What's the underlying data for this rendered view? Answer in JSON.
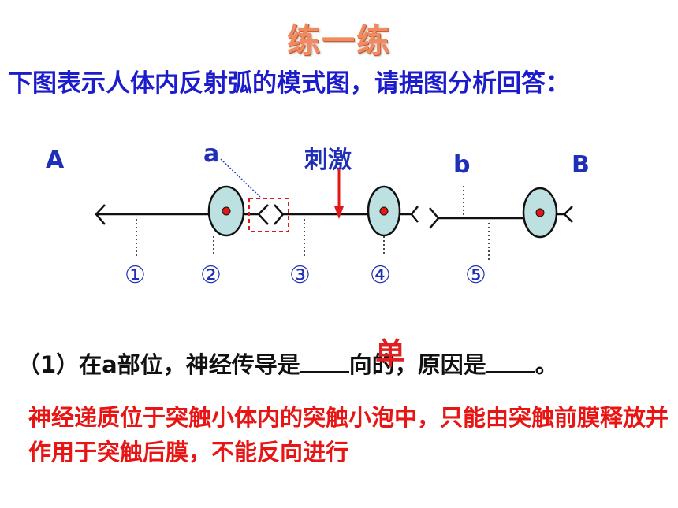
{
  "title": "练一练",
  "question": "下图表示人体内反射弧的模式图，请据图分析回答：",
  "diagram": {
    "label_A": "A",
    "label_B": "B",
    "label_a": "a",
    "label_b": "b",
    "stimulus": "刺激",
    "markers": [
      "①",
      "②",
      "③",
      "④",
      "⑤"
    ],
    "colors": {
      "axon": "#111111",
      "cell_body": "#bde0e0",
      "nucleus": "#e01818",
      "arrow": "#e01818",
      "box": "#e01818",
      "pointer": "#2a3fcf"
    }
  },
  "q1": {
    "part1": "（1）在a部位，神经传导是",
    "part2": "向的，原因是",
    "part3": "。",
    "answer_fill": "单"
  },
  "explanation": "神经递质位于突触小体内的突触小泡中，只能由突触前膜释放并作用于突触后膜，不能反向进行"
}
